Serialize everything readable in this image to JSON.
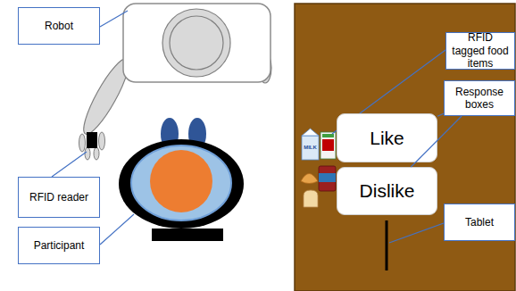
{
  "diagram": {
    "nodes": [
      {
        "text": [
          "Robot"
        ]
      },
      {
        "text": [
          "RFID tagged food items"
        ]
      },
      {
        "text": [
          "Response boxes"
        ]
      },
      {
        "text": [
          "Like"
        ]
      },
      {
        "text": [
          "Dislike"
        ]
      },
      {
        "text": [
          "RFID reader"
        ]
      },
      {
        "text": [
          "Participant"
        ]
      },
      {
        "text": [
          "Tablet"
        ]
      }
    ],
    "edges": [
      {
        "from": 2,
        "to": 3,
        "arrow": "none"
      },
      {
        "from": 2,
        "to": 4,
        "arrow": "none"
      }
    ],
    "labels": [
      "MILK"
    ]
  }
}
